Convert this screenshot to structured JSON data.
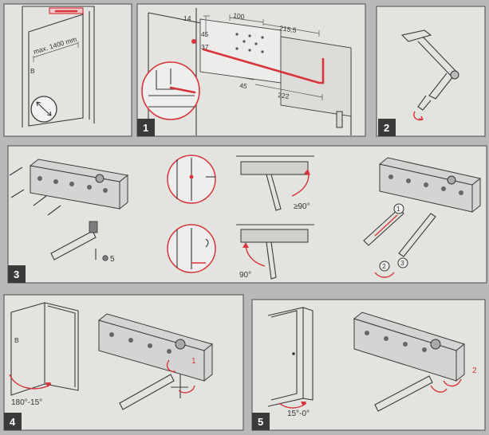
{
  "panel1": {
    "step": "1",
    "dims": {
      "d14": "14",
      "d100": "100",
      "d215": "215,5",
      "d45a": "45",
      "d37": "37",
      "d45b": "45",
      "d222": "222"
    }
  },
  "panel0": {
    "max_label": "max. 1400 mm"
  },
  "panel2": {
    "step": "2"
  },
  "panel3": {
    "step": "3",
    "screw_count": "5",
    "angle_top": "≥90°",
    "angle_bottom": "90°",
    "circle1": "1",
    "circle2": "2",
    "circle3": "3"
  },
  "panel4": {
    "step": "4",
    "angle": "180°-15°",
    "mark1": "1"
  },
  "panel5": {
    "step": "5",
    "angle": "15°-0°",
    "mark2": "2"
  },
  "colors": {
    "accent": "#d8343b",
    "line": "#3a3a3a",
    "panel": "#e3e3e0"
  }
}
